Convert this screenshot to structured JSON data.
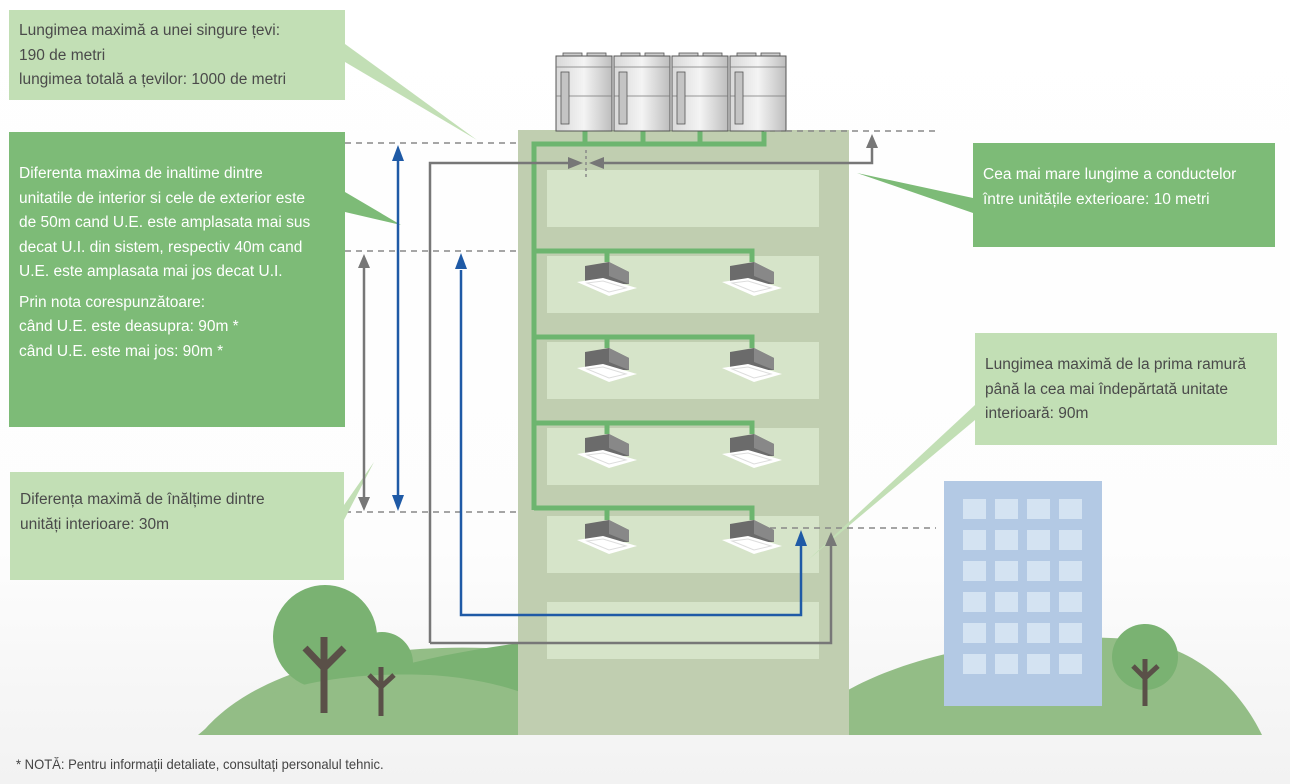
{
  "callouts": {
    "single_pipe": {
      "lines": [
        "Lungimea maximă a unei singure țevi:",
        "190 de metri",
        "lungimea totală a țevilor: 1000 de metri"
      ]
    },
    "height_diff_indoor_outdoor": {
      "lines": [
        "Diferenta maxima de inaltime dintre",
        "unitatile de interior si cele de exterior este",
        "de 50m cand U.E. este amplasata mai sus",
        "decat U.I. din sistem, respectiv 40m cand",
        "U.E. este amplasata mai jos decat U.I."
      ],
      "note_lines": [
        "Prin nota corespunzătoare:",
        "când U.E. este deasupra: 90m *",
        "când U.E. este mai jos: 90m *"
      ]
    },
    "height_diff_indoor": {
      "lines": [
        "Diferența maximă de înălțime dintre",
        "unități interioare: 30m"
      ]
    },
    "outdoor_units_pipe": {
      "lines": [
        "Cea mai mare lungime a conductelor",
        "între unitățile exterioare: 10 metri"
      ]
    },
    "first_branch": {
      "lines": [
        "Lungimea maximă de la prima ramură",
        "până la cea mai îndepărtată unitate",
        "interioară: 90m"
      ]
    }
  },
  "footnote": "* NOTĂ: Pentru informații detaliate, consultați personalul tehnic.",
  "diagram": {
    "outdoor_unit_count": 4,
    "floors": 6,
    "indoor_units_per_floor": 2,
    "floors_with_indoor_units": 4,
    "office_building_window_grid": {
      "rows": 6,
      "cols": 4
    }
  },
  "colors": {
    "callout_light": "#c2dfb5",
    "callout_dark": "#7dbb77",
    "building": "#c0ceb0",
    "floor_panel": "#d6e4c9",
    "pipe_green": "#6db56f",
    "arrow_blue": "#1f5aa6",
    "arrow_gray": "#777777",
    "hill": "#93bd86",
    "tree": "#7ab272",
    "trunk": "#5a5048",
    "office_building": "#b3c9e4",
    "office_window": "#d4e3f2"
  }
}
